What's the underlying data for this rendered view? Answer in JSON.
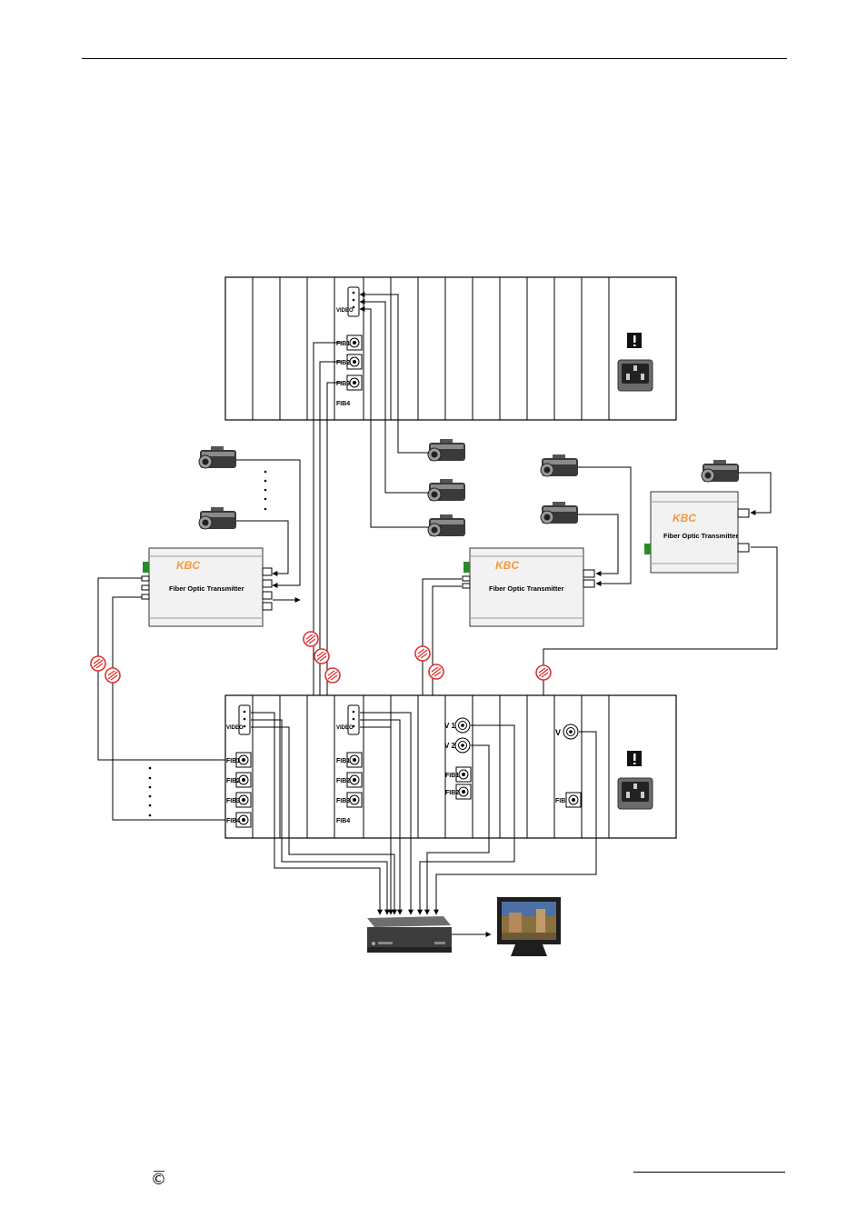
{
  "rack_top": {
    "card_labels": {
      "video": "VIDEO",
      "fib1": "FIB1",
      "fib2": "FIB2",
      "fib3": "FIB3",
      "fib4": "FIB4"
    }
  },
  "rack_bottom": {
    "card1_labels": {
      "video": "VIDEO",
      "fib1": "FIB1",
      "fib2": "FIB2",
      "fib3": "FIB3",
      "fib4": "FIB4"
    },
    "card2_labels": {
      "video": "VIDEO",
      "fib1": "FIB1",
      "fib2": "FIB2",
      "fib3": "FIB3",
      "fib4": "FIB4"
    },
    "card3_labels": {
      "v1": "V 1",
      "v2": "V 2",
      "fib1": "FIB1",
      "fib2": "FIB2"
    },
    "card4_labels": {
      "v": "V",
      "fib": "FIB"
    }
  },
  "transmitters": [
    {
      "brand": "KBC",
      "title": "Fiber Optic Transmitter"
    },
    {
      "brand": "KBC",
      "title": "Fiber Optic Transmitter"
    },
    {
      "brand": "KBC",
      "title": "Fiber Optic Transmitter"
    }
  ],
  "footer": {
    "copyright_symbol": "©"
  },
  "icons": [
    "camera-icon",
    "fiber-optic-icon",
    "power-socket-icon",
    "fuse-icon",
    "matrix-switch-icon",
    "monitor-icon"
  ]
}
